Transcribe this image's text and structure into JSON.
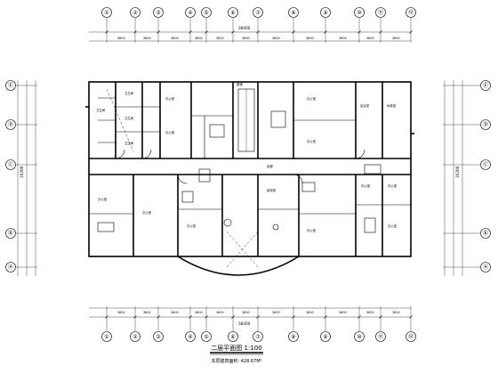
{
  "drawing": {
    "title": "二层平面图 1:100",
    "area_note": "本层建筑面积: 428.67M²",
    "overall_dim_top": "38400",
    "overall_dim_bottom": "38400",
    "overall_dim_left": "16200",
    "overall_dim_right": "16200"
  },
  "grid_top": [
    "①",
    "②",
    "③",
    "④",
    "⑤",
    "⑥",
    "⑦",
    "⑧",
    "⑨",
    "⑩",
    "⑪",
    "⑫"
  ],
  "grid_bottom": [
    "①",
    "②",
    "③",
    "④",
    "⑤",
    "⑥",
    "⑦",
    "⑧",
    "⑨",
    "⑩",
    "⑪",
    "⑫"
  ],
  "grid_left": [
    "Ⓐ",
    "Ⓑ",
    "Ⓒ",
    "Ⓓ",
    "Ⓔ"
  ],
  "grid_right": [
    "Ⓐ",
    "Ⓑ",
    "Ⓒ",
    "Ⓓ",
    "Ⓔ"
  ],
  "dims_top": [
    "3600",
    "3600",
    "3600",
    "3600",
    "3600",
    "3600",
    "3600",
    "3600",
    "3600",
    "3600",
    "3600"
  ],
  "dims_bottom": [
    "3600",
    "3600",
    "3600",
    "3600",
    "3600",
    "3600",
    "3600",
    "3600",
    "3600",
    "3600",
    "3600"
  ],
  "rooms": [
    "卫生间",
    "卫生间",
    "卫生间",
    "卫生间",
    "办公室",
    "办公室",
    "办公室",
    "办公室",
    "会议室",
    "休息室",
    "办公室",
    "办公室",
    "办公室",
    "办公室",
    "走廊",
    "楼梯",
    "接待室",
    "办公室",
    "办公室",
    "办公室"
  ],
  "colors": {
    "line": "#000000",
    "background": "#ffffff"
  }
}
